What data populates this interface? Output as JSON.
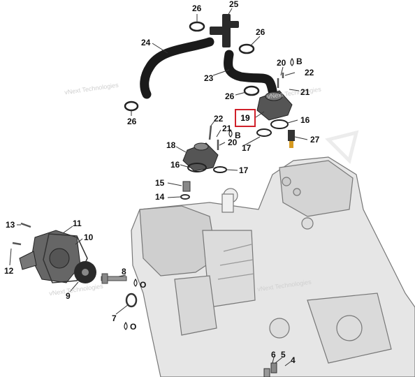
{
  "callouts": {
    "n25": "25",
    "n26a": "26",
    "n26b": "26",
    "n26c": "26",
    "n26d": "26",
    "n24": "24",
    "n23": "23",
    "n20a": "20",
    "n20b": "20",
    "n22a": "22",
    "n22b": "22",
    "n21a": "21",
    "n21b": "21",
    "n19": "19",
    "n16a": "16",
    "n16b": "16",
    "n27": "27",
    "n17a": "17",
    "n17b": "17",
    "n18": "18",
    "n15": "15",
    "n14": "14",
    "n13": "13",
    "n11": "11",
    "n10": "10",
    "n12": "12",
    "n9": "9",
    "n8": "8",
    "n7": "7",
    "n6": "6",
    "n5": "5",
    "n4": "4",
    "a_b1": "B",
    "a_b2": "B",
    "a_o1": "O",
    "a_o2": "O"
  },
  "watermarks": {
    "w1": "vNext Technologies",
    "w2": "vNext Technologies",
    "w3": "vNext Technologies",
    "w4": "vNext Technologies"
  },
  "colors": {
    "highlight": "#d0202a",
    "hose": "#1a1a1a"
  }
}
